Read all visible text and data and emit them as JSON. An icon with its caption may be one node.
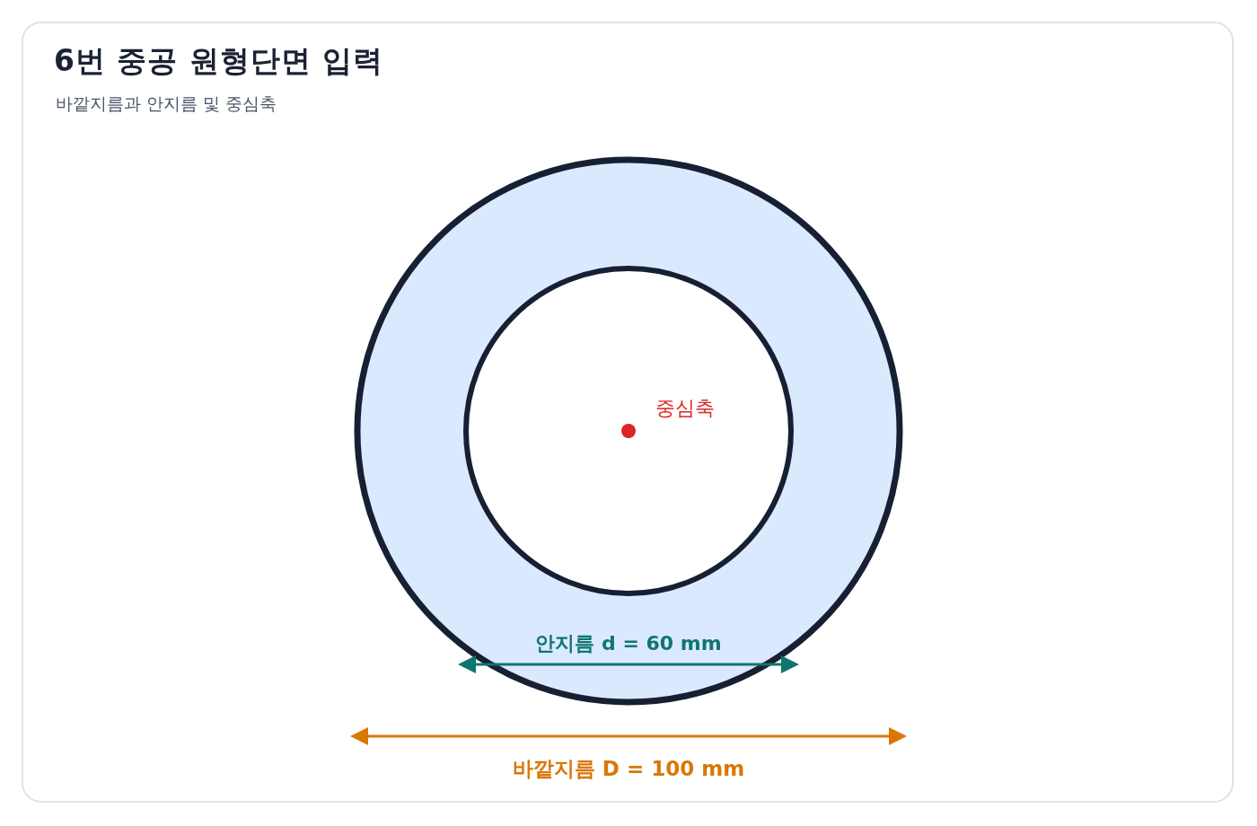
{
  "diagram": {
    "title": "6번 중공 원형단면 입력",
    "nodes": [
      {
        "text": [],
        "shape": "circle"
      },
      {
        "text": [],
        "shape": "circle",
        "in": 0
      },
      {
        "text": [],
        "shape": "circle",
        "in": 1,
        "beside": [
          "중심축"
        ]
      }
    ],
    "labels": [
      "바깥지름과 안지름 및 중심축",
      "안지름 d = 60 mm",
      "바깥지름 D = 100 mm"
    ]
  }
}
